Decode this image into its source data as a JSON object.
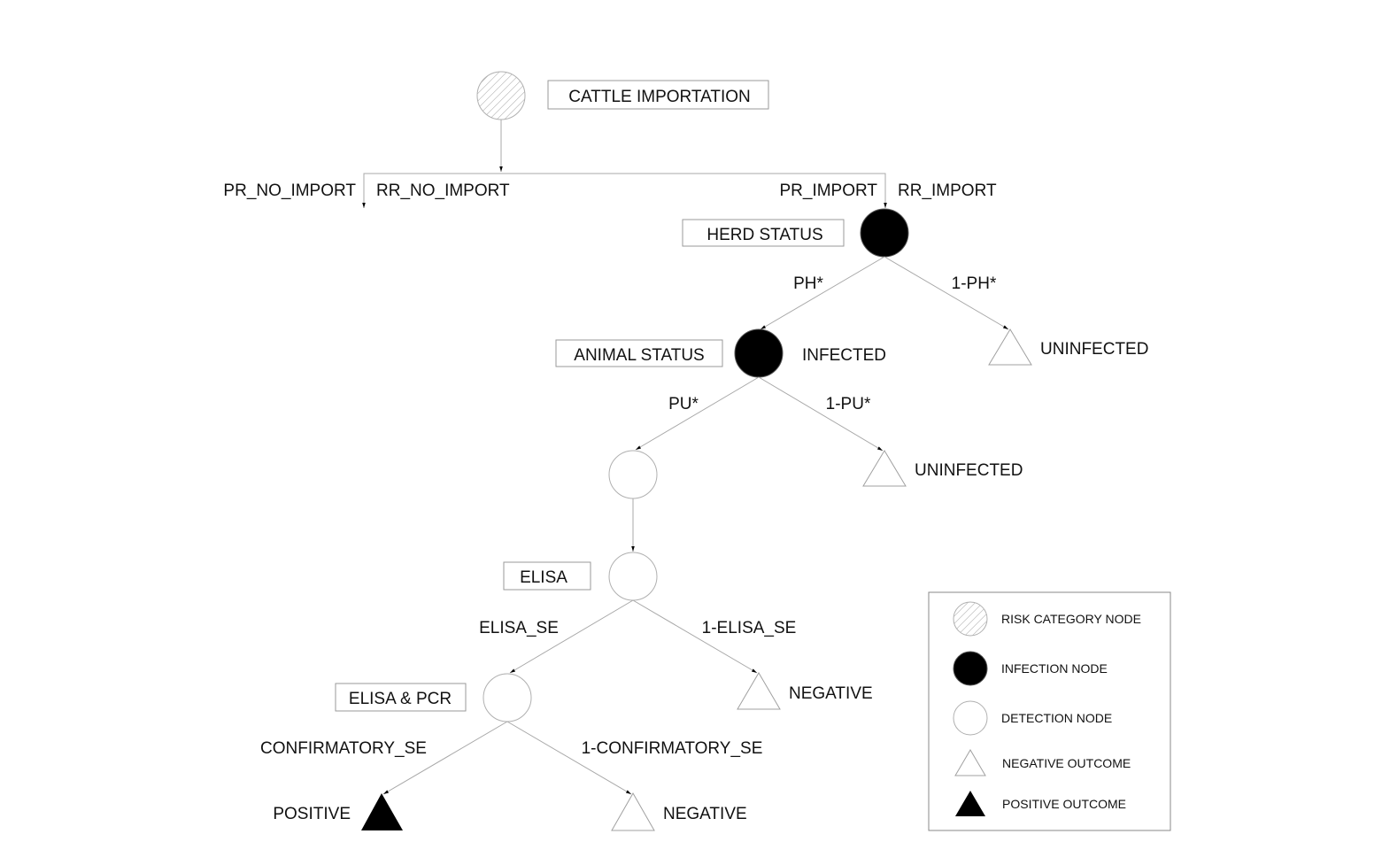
{
  "nodes": {
    "root": {
      "type": "risk-category",
      "label": "CATTLE IMPORTATION"
    },
    "herd": {
      "type": "infection",
      "label": "HERD STATUS"
    },
    "animal": {
      "type": "infection",
      "label": "ANIMAL STATUS",
      "outcome_label": "INFECTED"
    },
    "detection": {
      "type": "detection"
    },
    "elisa": {
      "type": "detection",
      "label": "ELISA"
    },
    "elisa_pcr": {
      "type": "detection",
      "label": "ELISA & PCR"
    }
  },
  "edges": {
    "no_import_pr": "PR_NO_IMPORT",
    "no_import_rr": "RR_NO_IMPORT",
    "import_pr": "PR_IMPORT",
    "import_rr": "RR_IMPORT",
    "ph": "PH*",
    "one_minus_ph": "1-PH*",
    "pu": "PU*",
    "one_minus_pu": "1-PU*",
    "elisa_se": "ELISA_SE",
    "one_minus_elisa_se": "1-ELISA_SE",
    "confirmatory_se": "CONFIRMATORY_SE",
    "one_minus_confirmatory_se": "1-CONFIRMATORY_SE"
  },
  "outcomes": {
    "herd_uninfected": "UNINFECTED",
    "animal_uninfected": "UNINFECTED",
    "elisa_negative": "NEGATIVE",
    "pcr_positive": "POSITIVE",
    "pcr_negative": "NEGATIVE"
  },
  "legend": {
    "items": [
      {
        "icon": "hatched-circle",
        "label": "RISK CATEGORY NODE"
      },
      {
        "icon": "filled-circle",
        "label": "INFECTION NODE"
      },
      {
        "icon": "open-circle",
        "label": "DETECTION NODE"
      },
      {
        "icon": "open-triangle",
        "label": "NEGATIVE OUTCOME"
      },
      {
        "icon": "filled-triangle",
        "label": "POSITIVE OUTCOME"
      }
    ]
  }
}
